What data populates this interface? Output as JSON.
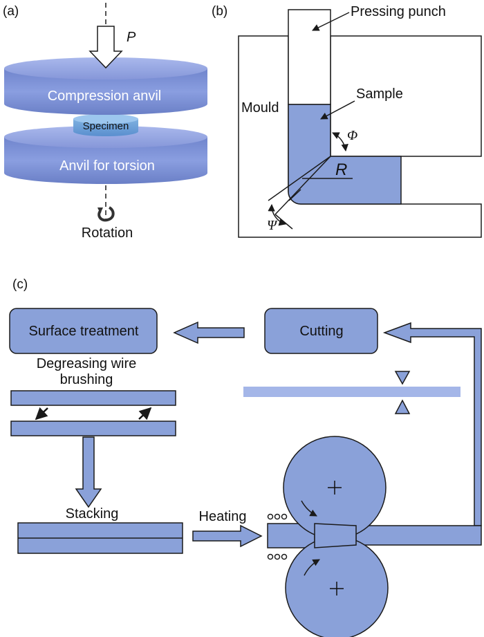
{
  "panels": {
    "a": "(a)",
    "b": "(b)",
    "c": "(c)"
  },
  "a": {
    "force": "P",
    "top_anvil": "Compression anvil",
    "specimen": "Specimen",
    "bottom_anvil": "Anvil for torsion",
    "rotation": "Rotation"
  },
  "b": {
    "punch": "Pressing punch",
    "mould": "Mould",
    "sample": "Sample",
    "phi": "Φ",
    "radius": "R",
    "psi": "Ψ"
  },
  "c": {
    "surface": "Surface treatment",
    "cutting": "Cutting",
    "degreasing_1": "Degreasing wire",
    "degreasing_2": "brushing",
    "stacking": "Stacking",
    "heating": "Heating"
  },
  "colors": {
    "fill": "#8aa1d9",
    "anvil": "#7b8fd1",
    "sheet": "#a4b6e8"
  }
}
